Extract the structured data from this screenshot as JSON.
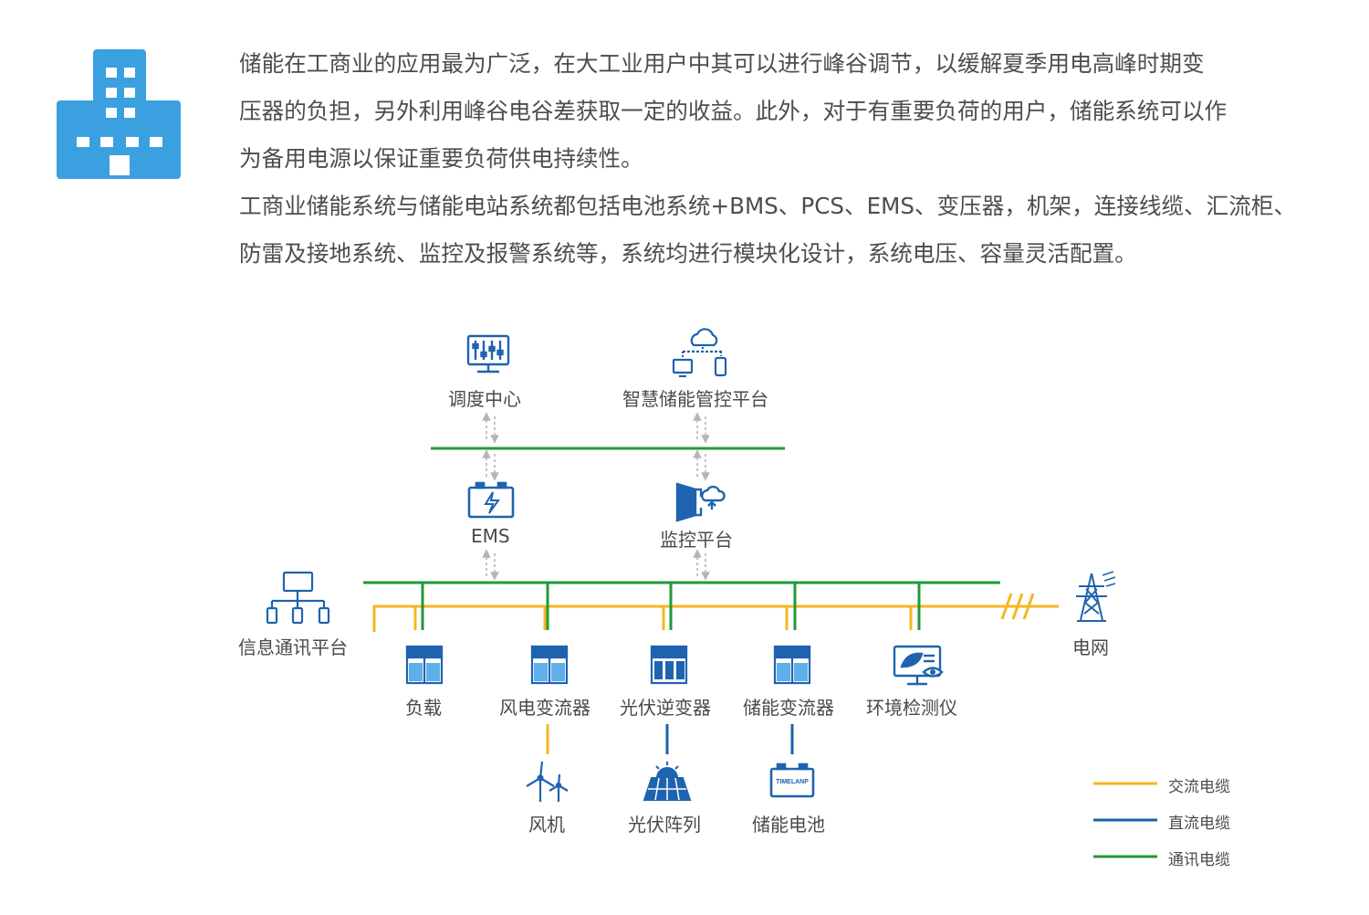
{
  "colors": {
    "primary_blue": "#1e63b0",
    "icon_blue": "#3a9bdc",
    "ac_cable": "#f5b722",
    "dc_cable": "#1e5fa8",
    "comm_cable": "#1f9a3a",
    "arrow_gray": "#b5b5b5"
  },
  "intro": {
    "paragraph1_line1": "储能在工商业的应用最为广泛，在大工业用户中其可以进行峰谷调节，以缓解夏季用电高峰时期变",
    "paragraph1_line2": "压器的负担，另外利用峰谷电谷差获取一定的收益。此外，对于有重要负荷的用户，储能系统可以作",
    "paragraph1_line3": "为备用电源以保证重要负荷供电持续性。",
    "paragraph2_line1": "工商业储能系统与储能电站系统都包括电池系统+BMS、PCS、EMS、变压器，机架，连接线缆、汇流柜、",
    "paragraph2_line2": "防雷及接地系统、监控及报警系统等，系统均进行模块化设计，系统电压、容量灵活配置。"
  },
  "nodes": {
    "dispatch_center": "调度中心",
    "smart_platform": "智慧储能管控平台",
    "ems": "EMS",
    "monitor_platform": "监控平台",
    "info_platform": "信息通讯平台",
    "grid": "电网",
    "load": "负载",
    "wind_converter": "风电变流器",
    "pv_inverter": "光伏逆变器",
    "storage_converter": "储能变流器",
    "env_monitor": "环境检测仪",
    "wind_turbine": "风机",
    "pv_array": "光伏阵列",
    "storage_battery": "储能电池",
    "battery_brand": "TIMELANP"
  },
  "legend": {
    "ac": "交流电缆",
    "dc": "直流电缆",
    "comm": "通讯电缆"
  }
}
